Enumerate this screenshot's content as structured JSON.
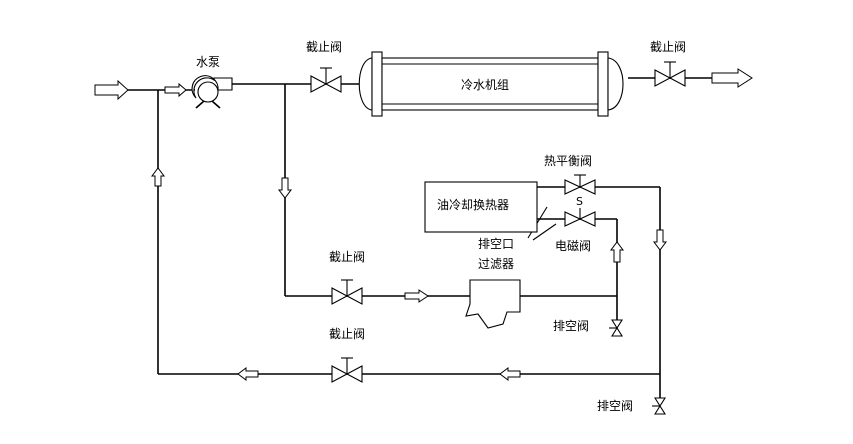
{
  "labels": {
    "pump": "水泵",
    "stop_valve_top": "截止阀",
    "chiller": "冷水机组",
    "stop_valve_outlet": "截止阀",
    "heat_balance_valve": "热平衡阀",
    "oil_cooler": "油冷却换热器",
    "solenoid_marker": "S",
    "vent_port": "排空口",
    "solenoid_valve": "电磁阀",
    "filter": "过滤器",
    "stop_valve_middle": "截止阀",
    "stop_valve_bottom": "截止阀",
    "drain_valve_mid": "排空阀",
    "drain_valve_bottom": "排空阀"
  }
}
